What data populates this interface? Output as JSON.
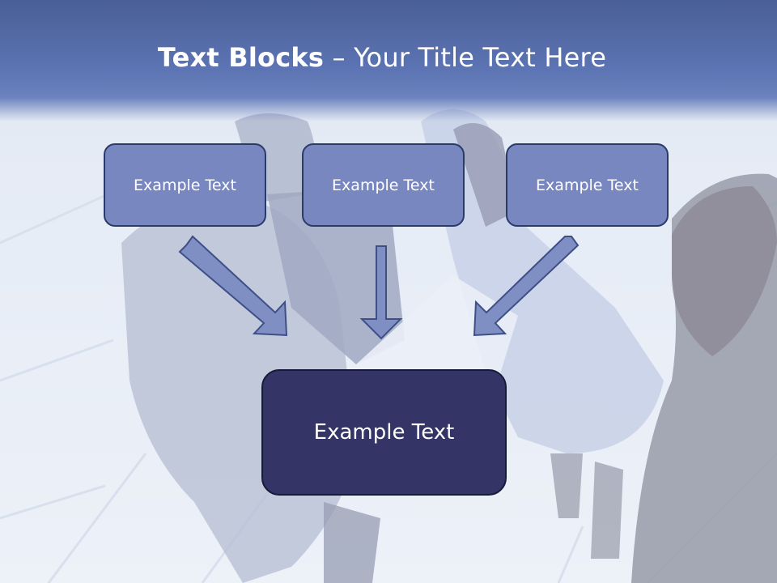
{
  "title": {
    "bold": "Text Blocks",
    "rest": "Your Title Text Here"
  },
  "blocks": [
    {
      "label": "Example Text"
    },
    {
      "label": "Example Text"
    },
    {
      "label": "Example Text"
    }
  ],
  "target": {
    "label": "Example Text"
  },
  "colors": {
    "header": "#5b73b2",
    "small_box": "#7887c0",
    "big_box": "#343466",
    "arrow": "#7f8fc4"
  }
}
